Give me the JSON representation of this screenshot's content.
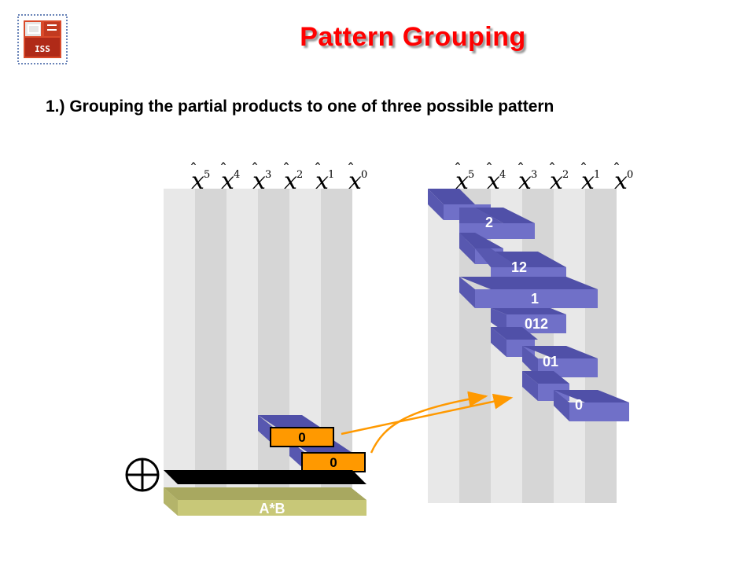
{
  "title": "Pattern Grouping",
  "subtitle": "1.) Grouping the partial products to one of three possible pattern",
  "logo": {
    "text": "ISS"
  },
  "column_labels": [
    {
      "base": "x",
      "exp": "5"
    },
    {
      "base": "x",
      "exp": "4"
    },
    {
      "base": "x",
      "exp": "3"
    },
    {
      "base": "x",
      "exp": "2"
    },
    {
      "base": "x",
      "exp": "1"
    },
    {
      "base": "x",
      "exp": "0"
    }
  ],
  "left_diagram": {
    "orange_blocks": [
      "0",
      "0"
    ],
    "result_label": "A*B",
    "operator_symbol": "xor-symbol"
  },
  "right_diagram": {
    "pattern_blocks": [
      "2",
      "12",
      "1",
      "012",
      "01",
      "0"
    ]
  },
  "colors": {
    "title": "#ff0000",
    "block_front": "#7070c8",
    "block_top": "#5050a8",
    "orange": "#ff9900",
    "result_block": "#c8c878",
    "arrow": "#ff9900",
    "stripe_light": "#e8e8e8",
    "stripe_dark": "#d6d6d6"
  }
}
